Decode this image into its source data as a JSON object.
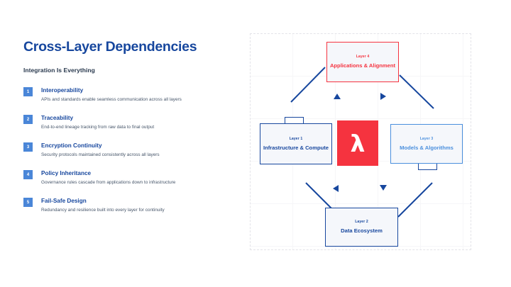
{
  "slide": {
    "title": "Cross-Layer Dependencies",
    "subtitle": "Integration Is Everything"
  },
  "colors": {
    "title_blue": "#17479e",
    "accent_blue": "#4a86d8",
    "light_blue": "#4a8fdd",
    "red": "#f5333f",
    "body_text": "#47566a",
    "node_fill": "#f5f7fb"
  },
  "points": [
    {
      "number": "1",
      "title": "Interoperability",
      "description": "APIs and standards enable seamless communication across all layers"
    },
    {
      "number": "2",
      "title": "Traceability",
      "description": "End-to-end lineage tracking from raw data to final output"
    },
    {
      "number": "3",
      "title": "Encryption Continuity",
      "description": "Security protocols maintained consistently across all layers"
    },
    {
      "number": "4",
      "title": "Policy Inheritance",
      "description": "Governance rules cascade from applications down to infrastructure"
    },
    {
      "number": "5",
      "title": "Fail-Safe Design",
      "description": "Redundancy and resilience built into every layer for continuity"
    }
  ],
  "diagram": {
    "center": {
      "symbol": "λ"
    },
    "nodes": [
      {
        "id": "layer4",
        "kicker": "Layer 4",
        "label": "Applications & Alignment",
        "color": "#f5333f",
        "position": "top"
      },
      {
        "id": "layer1",
        "kicker": "Layer 1",
        "label": "Infrastructure & Compute",
        "color": "#17479e",
        "position": "left"
      },
      {
        "id": "layer3",
        "kicker": "Layer 3",
        "label": "Models & Algorithms",
        "color": "#4a8fdd",
        "position": "right"
      },
      {
        "id": "layer2",
        "kicker": "Layer 2",
        "label": "Data Ecosystem",
        "color": "#17479e",
        "position": "bottom"
      }
    ],
    "arrows": [
      {
        "id": "arrow-up",
        "direction": "up"
      },
      {
        "id": "arrow-right",
        "direction": "right"
      },
      {
        "id": "arrow-left",
        "direction": "left"
      },
      {
        "id": "arrow-down",
        "direction": "down"
      }
    ]
  }
}
